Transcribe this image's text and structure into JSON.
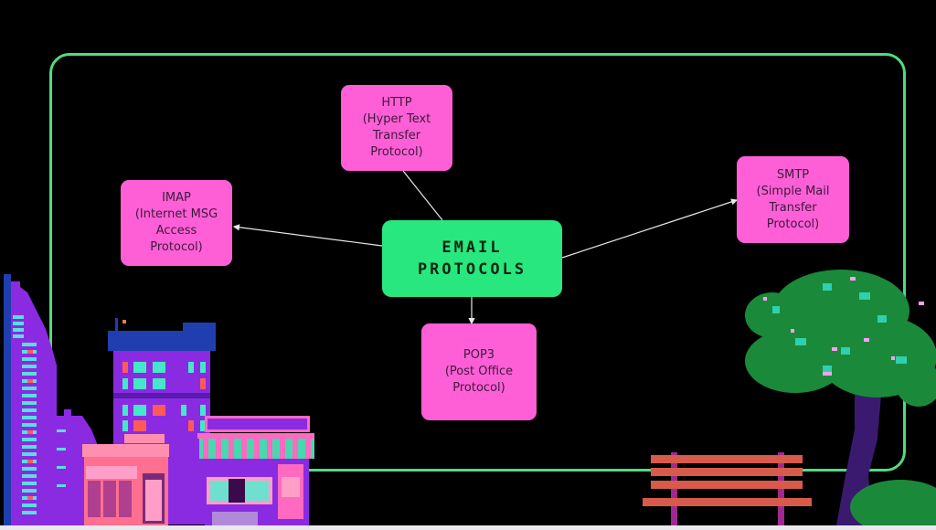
{
  "diagram": {
    "center": {
      "label": "EMAIL\nPROTOCOLS"
    },
    "nodes": [
      {
        "id": "http",
        "label": "HTTP\n(Hyper Text\nTransfer\nProtocol)"
      },
      {
        "id": "imap",
        "label": "IMAP\n(Internet MSG\nAccess\nProtocol)"
      },
      {
        "id": "smtp",
        "label": "SMTP\n(Simple Mail\nTransfer\nProtocol)"
      },
      {
        "id": "pop3",
        "label": "POP3\n(Post Office\nProtocol)"
      }
    ]
  },
  "colors": {
    "background": "#000000",
    "frame": "#4fdc7e",
    "center_box": "#28e77e",
    "node_box": "#ff5fd6",
    "connector": "#e8e8e8"
  }
}
